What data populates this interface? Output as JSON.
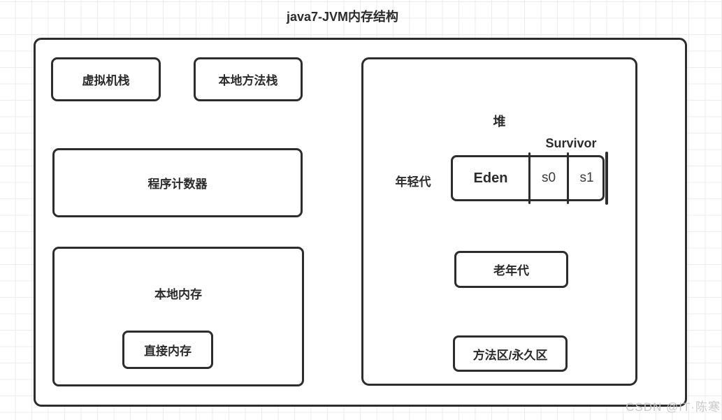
{
  "title": "java7-JVM内存结构",
  "watermark": "CSDN @IT·陈寒",
  "colors": {
    "stroke": "#2d2d2d",
    "text": "#2b2b2b",
    "grid_line": "#ececec",
    "canvas_bg": "#ffffff",
    "watermark": "#c6c6c6"
  },
  "left_column": {
    "vm_stack": "虚拟机栈",
    "native_method_stack": "本地方法栈",
    "program_counter": "程序计数器",
    "native_memory": "本地内存",
    "direct_memory": "直接内存"
  },
  "heap": {
    "label": "堆",
    "survivor": "Survivor",
    "young_gen": "年轻代",
    "eden": "Eden",
    "s0": "s0",
    "s1": "s1",
    "old_gen": "老年代",
    "method_area": "方法区/永久区"
  }
}
